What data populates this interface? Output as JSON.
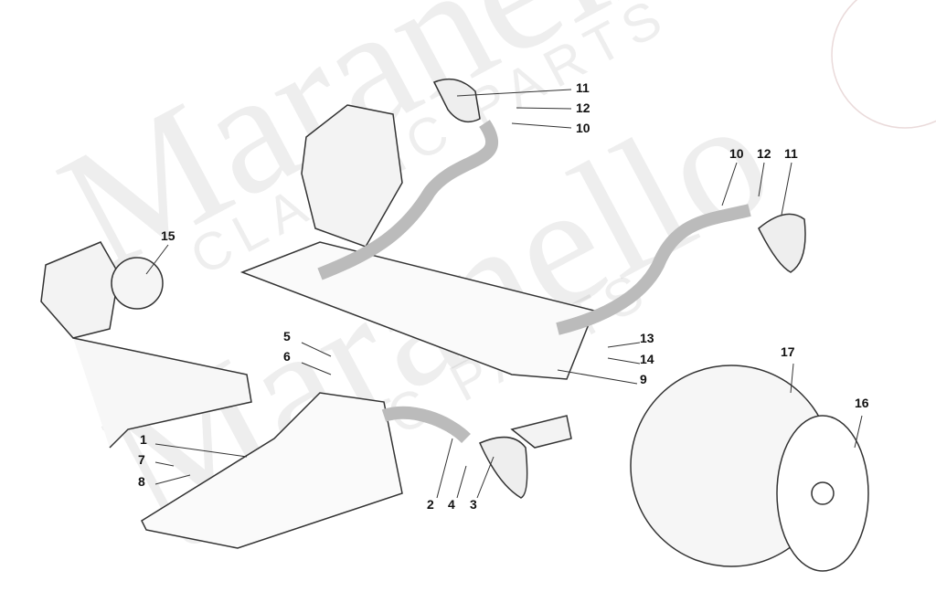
{
  "watermark": {
    "brand": "Maranello",
    "sub": "CLASSIC PARTS"
  },
  "callouts": [
    "11",
    "12",
    "10",
    "10",
    "12",
    "11",
    "15",
    "5",
    "6",
    "13",
    "14",
    "9",
    "17",
    "16",
    "1",
    "7",
    "8",
    "2",
    "4",
    "3"
  ]
}
